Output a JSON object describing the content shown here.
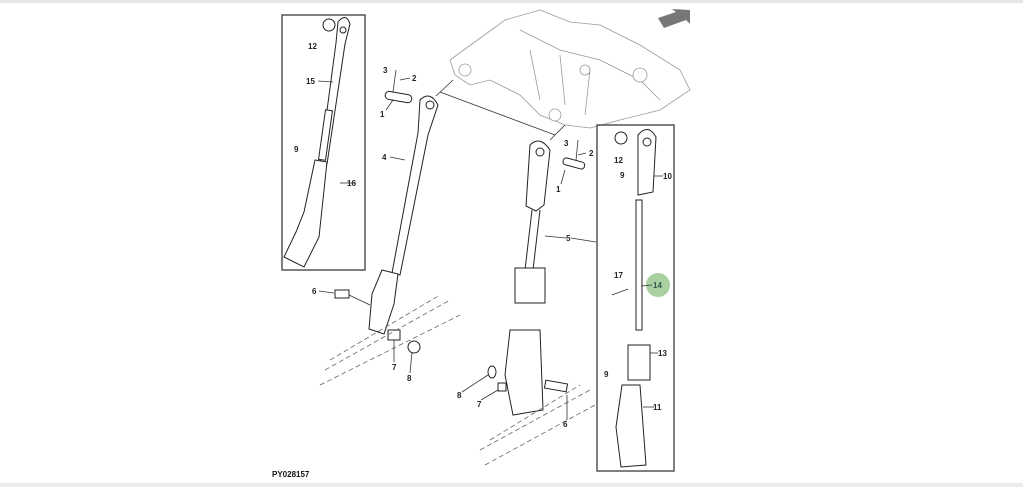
{
  "diagram": {
    "figure_code": "PY028157",
    "highlight_color": "#a8d0a0",
    "callouts": {
      "l12": "12",
      "l15": "15",
      "l9a": "9",
      "l4": "4",
      "l16": "16",
      "l3a": "3",
      "l2a": "2",
      "l1a": "1",
      "l3b": "3",
      "l2b": "2",
      "l1b": "1",
      "l5": "5",
      "r12": "12",
      "r10": "10",
      "r9a": "9",
      "r17": "17",
      "r14": "14",
      "r13": "13",
      "r9b": "9",
      "r11": "11",
      "l6": "6",
      "l7": "7",
      "l8": "8",
      "m8": "8",
      "m7": "7",
      "m6": "6"
    }
  }
}
